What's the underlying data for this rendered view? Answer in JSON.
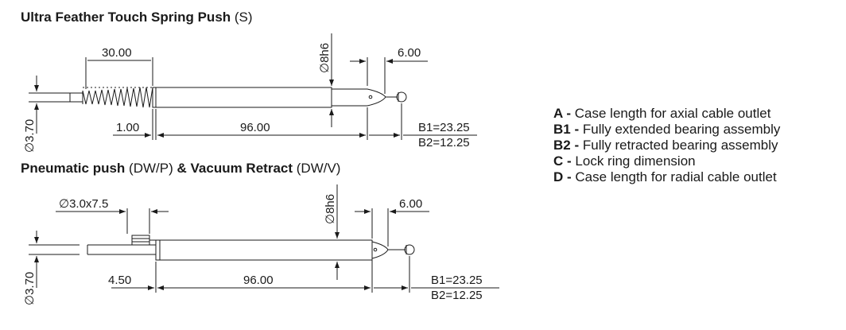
{
  "sections": [
    {
      "title_bold": "Ultra Feather Touch Spring Push",
      "title_code": "(S)",
      "dims": {
        "top_left": "30.00",
        "top_right": "6.00",
        "bore": "8h6",
        "diameter_prefix": "3.70",
        "left_gap": "1.00",
        "body_len": "96.00",
        "b1": "B1=23.25",
        "b2": "B2=12.25"
      }
    },
    {
      "title_bold_1": "Pneumatic push",
      "title_code_1": "(DW/P)",
      "title_amp": "&",
      "title_bold_2": "Vacuum Retract",
      "title_code_2": "(DW/V)",
      "dims": {
        "port": "3.0x7.5",
        "top_right": "6.00",
        "bore": "8h6",
        "diameter_prefix": "3.70",
        "left_gap": "4.50",
        "body_len": "96.00",
        "b1": "B1=23.25",
        "b2": "B2=12.25"
      }
    }
  ],
  "diameter_symbol": "∅",
  "legend": [
    {
      "key": "A -",
      "text": "Case length for axial cable outlet"
    },
    {
      "key": "B1 -",
      "text": "Fully extended bearing assembly"
    },
    {
      "key": "B2 -",
      "text": "Fully retracted bearing assembly"
    },
    {
      "key": "C -",
      "text": "Lock ring dimension"
    },
    {
      "key": "D -",
      "text": "Case length for radial cable outlet"
    }
  ]
}
